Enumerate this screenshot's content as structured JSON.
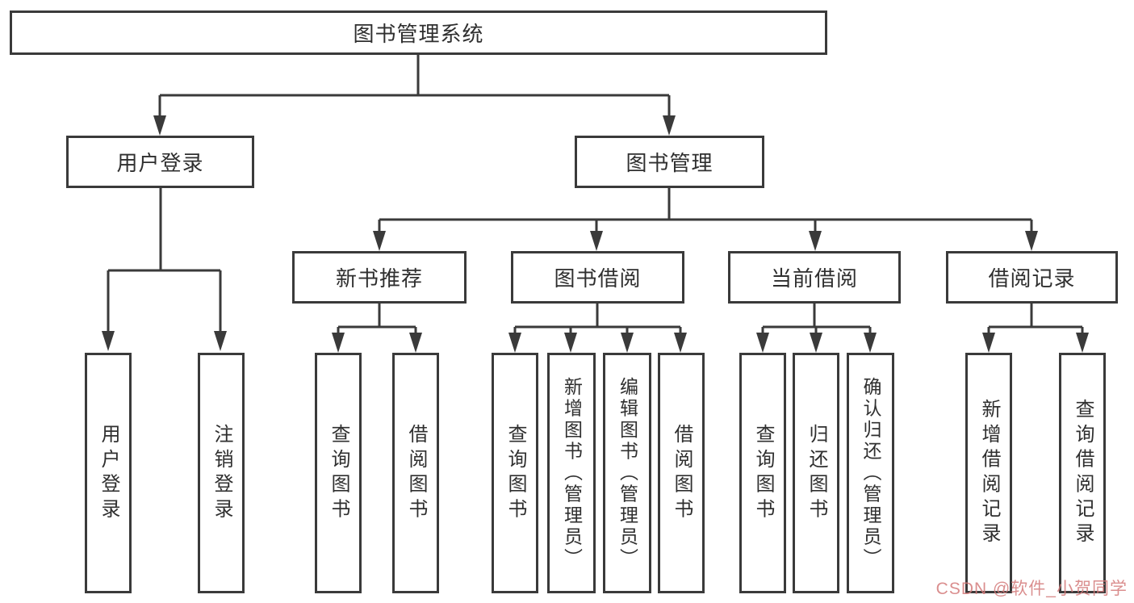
{
  "diagram": {
    "root": {
      "label": "图书管理系统",
      "children": {
        "user_login": {
          "label": "用户登录",
          "children": {
            "login": {
              "label": "用户登录"
            },
            "logout": {
              "label": "注销登录"
            }
          }
        },
        "book_management": {
          "label": "图书管理",
          "children": {
            "new_book_recommend": {
              "label": "新书推荐",
              "children": {
                "query_books": {
                  "label": "查询图书"
                },
                "borrow_books": {
                  "label": "借阅图书"
                }
              }
            },
            "book_borrow": {
              "label": "图书借阅",
              "children": {
                "query_books": {
                  "label": "查询图书"
                },
                "add_books_admin": {
                  "label": "新增图书（管理员）"
                },
                "edit_books_admin": {
                  "label": "编辑图书（管理员）"
                },
                "borrow_books": {
                  "label": "借阅图书"
                }
              }
            },
            "current_borrow": {
              "label": "当前借阅",
              "children": {
                "query_books": {
                  "label": "查询图书"
                },
                "return_books": {
                  "label": "归还图书"
                },
                "confirm_return_admin": {
                  "label": "确认归还（管理员）"
                }
              }
            },
            "borrow_records": {
              "label": "借阅记录",
              "children": {
                "add_record": {
                  "label": "新增借阅记录"
                },
                "query_record": {
                  "label": "查询借阅记录"
                }
              }
            }
          }
        }
      }
    }
  },
  "watermark": {
    "text": "CSDN @软件_小贺同学"
  },
  "colors": {
    "line": "#3a3a3a",
    "box_border": "#3a3a3a",
    "text": "#2f2f2f",
    "background": "#ffffff",
    "watermark": "#d47a7a"
  }
}
